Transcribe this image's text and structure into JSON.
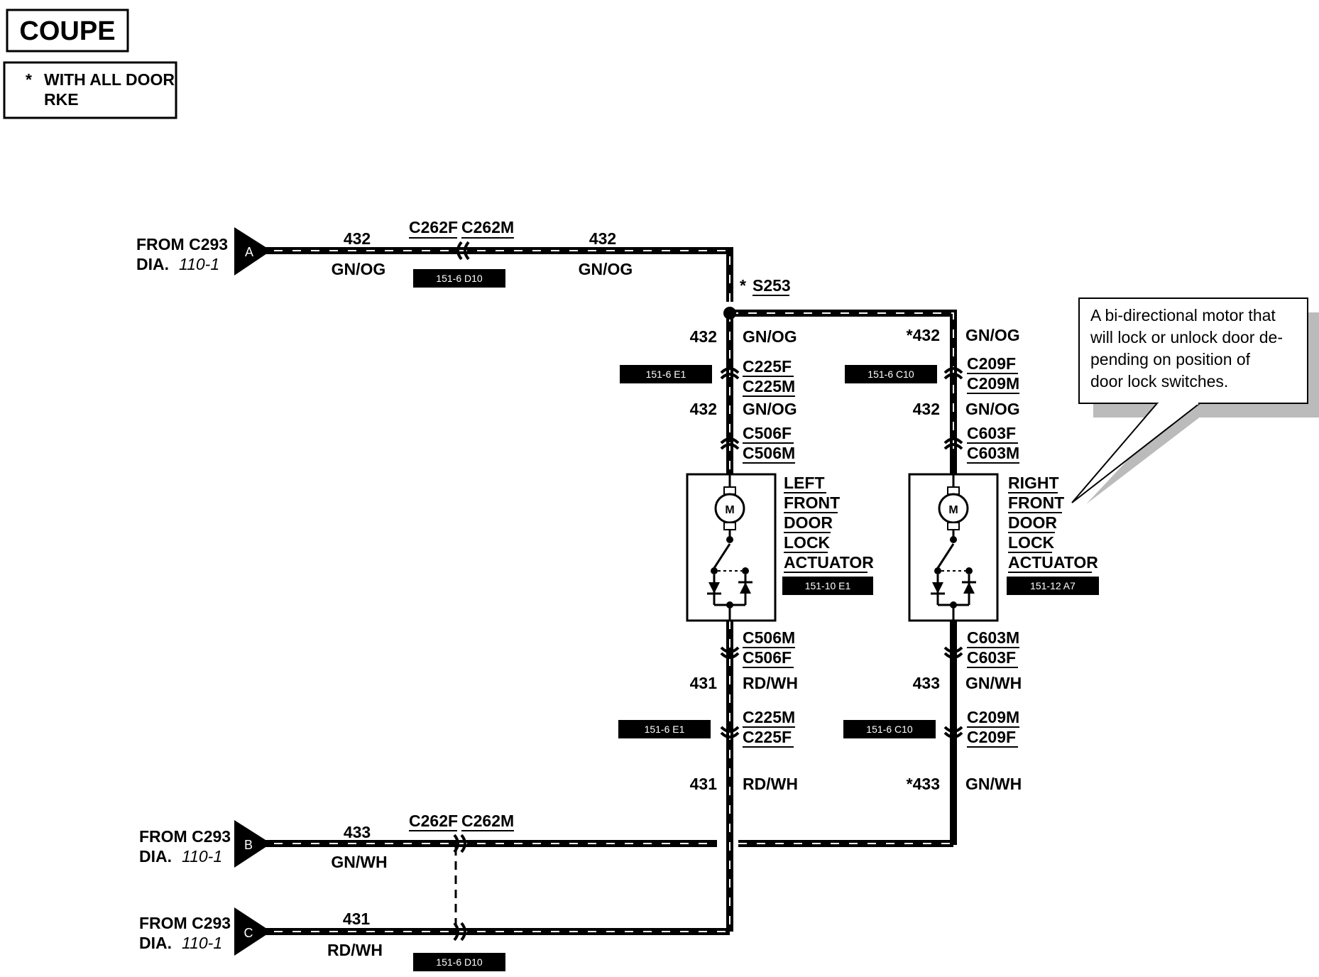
{
  "legend": {
    "title": "COUPE",
    "note_symbol": "*",
    "note_line1": "WITH ALL DOOR",
    "note_line2": "RKE"
  },
  "connectors": {
    "a": {
      "letter": "A",
      "from": "FROM C293",
      "dia": "DIA.",
      "dia_ref": "110-1"
    },
    "b": {
      "letter": "B",
      "from": "FROM C293",
      "dia": "DIA.",
      "dia_ref": "110-1"
    },
    "c": {
      "letter": "C",
      "from": "FROM C293",
      "dia": "DIA.",
      "dia_ref": "110-1"
    }
  },
  "top_wire": {
    "circuit_left": "432",
    "color_left": "GN/OG",
    "circuit_right": "432",
    "color_right": "GN/OG",
    "conn_f": "C262F",
    "conn_m": "C262M",
    "ref": "151-6 D10"
  },
  "splice": {
    "label": "S253",
    "marker": "*"
  },
  "left_side": {
    "c1": "432",
    "w1": "GN/OG",
    "conn1_f": "C225F",
    "conn1_m": "C225M",
    "ref1": "151-6 E1",
    "c2": "432",
    "w2": "GN/OG",
    "conn2_f": "C506F",
    "conn2_m": "C506M",
    "actuator": [
      "LEFT",
      "FRONT",
      "DOOR",
      "LOCK",
      "ACTUATOR"
    ],
    "actuator_ref": "151-10 E1",
    "conn3_m": "C506M",
    "conn3_f": "C506F",
    "c3": "431",
    "w3": "RD/WH",
    "conn4_m": "C225M",
    "conn4_f": "C225F",
    "ref4": "151-6 E1",
    "c4": "431",
    "w4": "RD/WH"
  },
  "right_side": {
    "c1": "*432",
    "w1": "GN/OG",
    "conn1_f": "C209F",
    "conn1_m": "C209M",
    "ref1": "151-6 C10",
    "c2": "432",
    "w2": "GN/OG",
    "conn2_f": "C603F",
    "conn2_m": "C603M",
    "actuator": [
      "RIGHT",
      "FRONT",
      "DOOR",
      "LOCK",
      "ACTUATOR"
    ],
    "actuator_ref": "151-12 A7",
    "conn3_m": "C603M",
    "conn3_f": "C603F",
    "c3": "433",
    "w3": "GN/WH",
    "conn4_m": "C209M",
    "conn4_f": "C209F",
    "ref4": "151-6 C10",
    "c4": "*433",
    "w4": "GN/WH"
  },
  "callout": {
    "lines": [
      "A bi-directional motor that",
      "will lock or unlock door de-",
      "pending on position of",
      "door lock switches."
    ]
  },
  "wire_b": {
    "circuit": "433",
    "color": "GN/WH",
    "conn_f": "C262F",
    "conn_m": "C262M"
  },
  "wire_c": {
    "circuit": "431",
    "color": "RD/WH",
    "ref": "151-6 D10"
  },
  "motor_symbol": "M"
}
